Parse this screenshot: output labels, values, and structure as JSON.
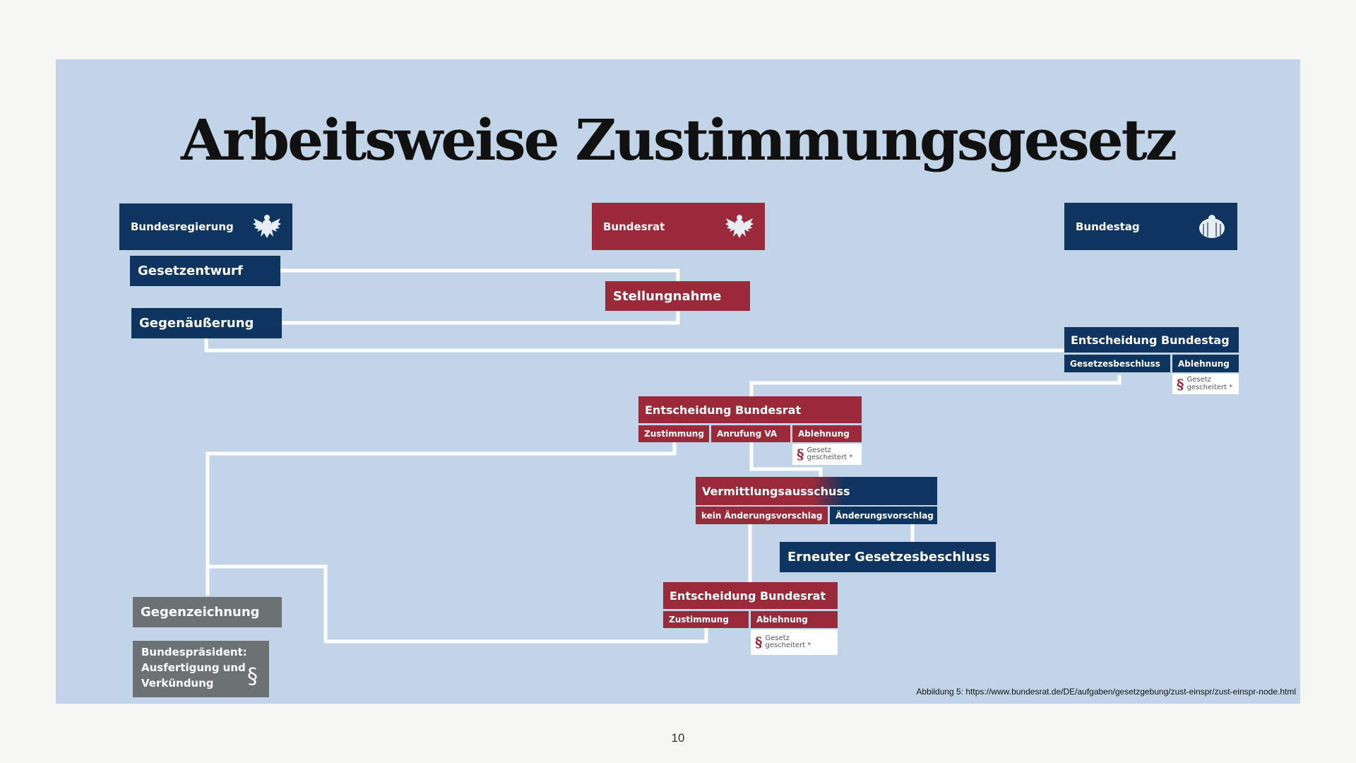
{
  "title": "Arbeitsweise Zustimmungsgesetz",
  "headers": {
    "bundesregierung": "Bundesregierung",
    "bundesrat": "Bundesrat",
    "bundestag": "Bundestag"
  },
  "steps": {
    "gesetzentwurf": "Gesetzentwurf",
    "stellungnahme": "Stellungnahme",
    "gegenaeusserung": "Gegenäußerung",
    "entscheidung_bundestag": {
      "title": "Entscheidung Bundestag",
      "opt1": "Gesetzesbeschluss",
      "opt2": "Ablehnung",
      "fail_line1": "Gesetz",
      "fail_line2": "gescheitert *"
    },
    "entscheidung_bundesrat_1": {
      "title": "Entscheidung Bundesrat",
      "opt1": "Zustimmung",
      "opt2": "Anrufung VA",
      "opt3": "Ablehnung",
      "fail_line1": "Gesetz",
      "fail_line2": "gescheitert *"
    },
    "vermittlungsausschuss": {
      "title": "Vermittlungsausschuss",
      "opt1": "kein Änderungsvorschlag",
      "opt2": "Änderungsvorschlag"
    },
    "erneuter_gesetzesbeschluss": "Erneuter Gesetzesbeschluss",
    "entscheidung_bundesrat_2": {
      "title": "Entscheidung Bundesrat",
      "opt1": "Zustimmung",
      "opt2": "Ablehnung",
      "fail_line1": "Gesetz",
      "fail_line2": "gescheitert *"
    },
    "gegenzeichnung": "Gegenzeichnung",
    "bundespraesident": {
      "line1": "Bundespräsident:",
      "line2": "Ausfertigung und",
      "line3": "Verkündung",
      "symbol": "§"
    }
  },
  "paragraph_symbol": "§",
  "caption": "Abbildung 5: https://www.bundesrat.de/DE/aufgaben/gesetzgebung/zust-einspr/zust-einspr-node.html",
  "page_number": "10",
  "colors": {
    "background": "#f6f6f2",
    "slide": "#c2d4e7",
    "blue": "#0d3560",
    "red": "#9a2a3a",
    "gray": "#6c7173",
    "connector": "#ffffff"
  }
}
